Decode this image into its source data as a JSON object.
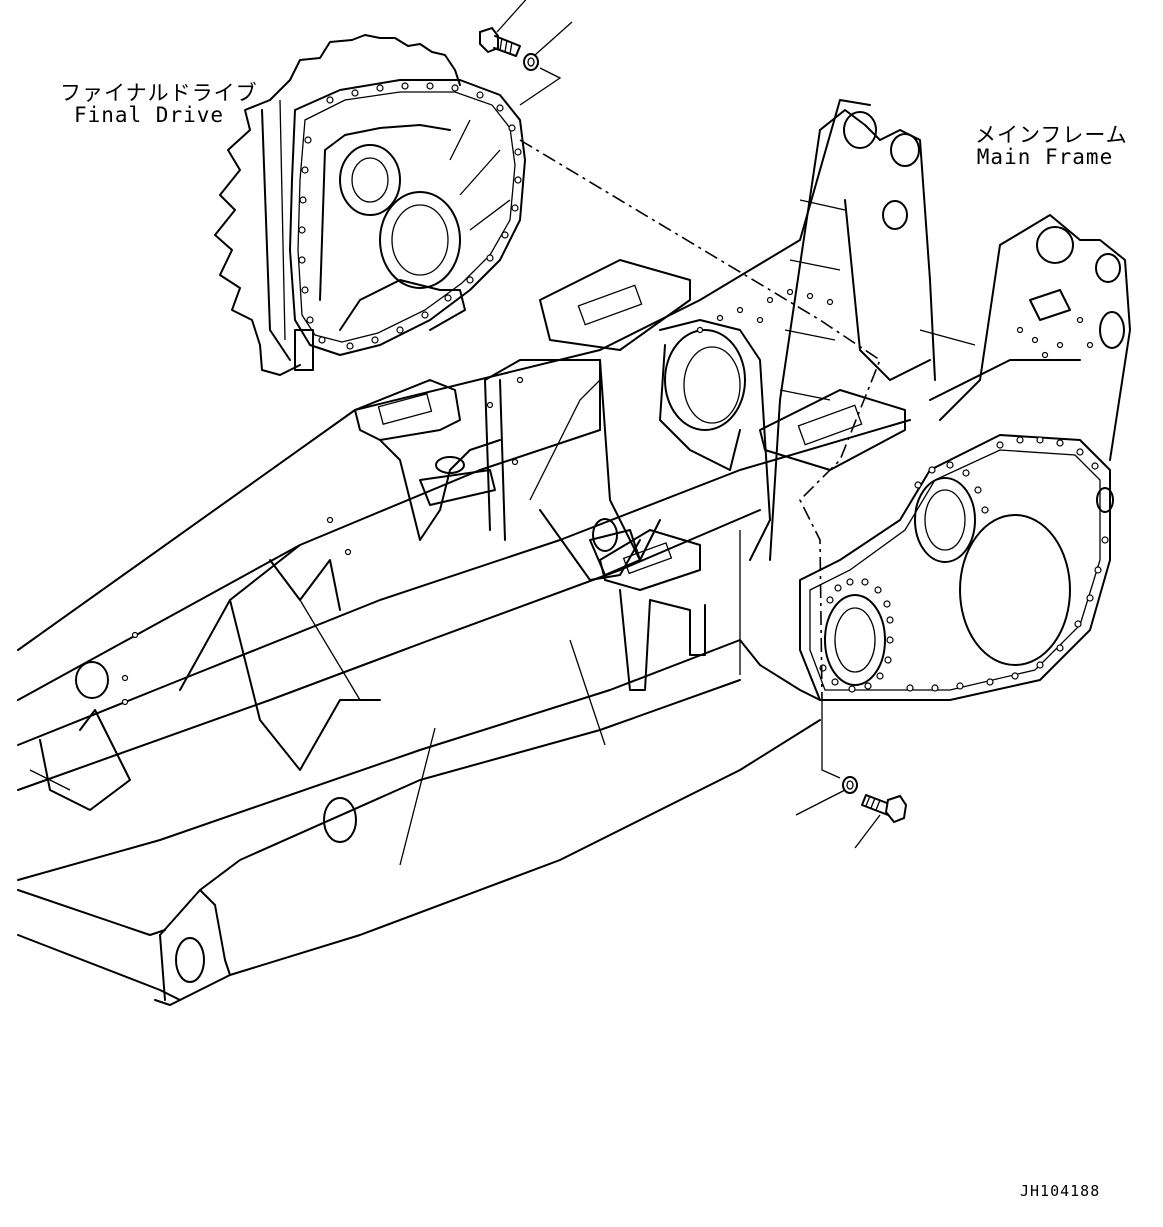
{
  "labels": {
    "final_drive": {
      "ja": "ファイナルドライブ",
      "en": "Final Drive"
    },
    "main_frame": {
      "ja": "メインフレーム",
      "en": "Main Frame"
    }
  },
  "drawing_id": "JH104188",
  "colors": {
    "line": "#000000",
    "background": "#ffffff"
  }
}
